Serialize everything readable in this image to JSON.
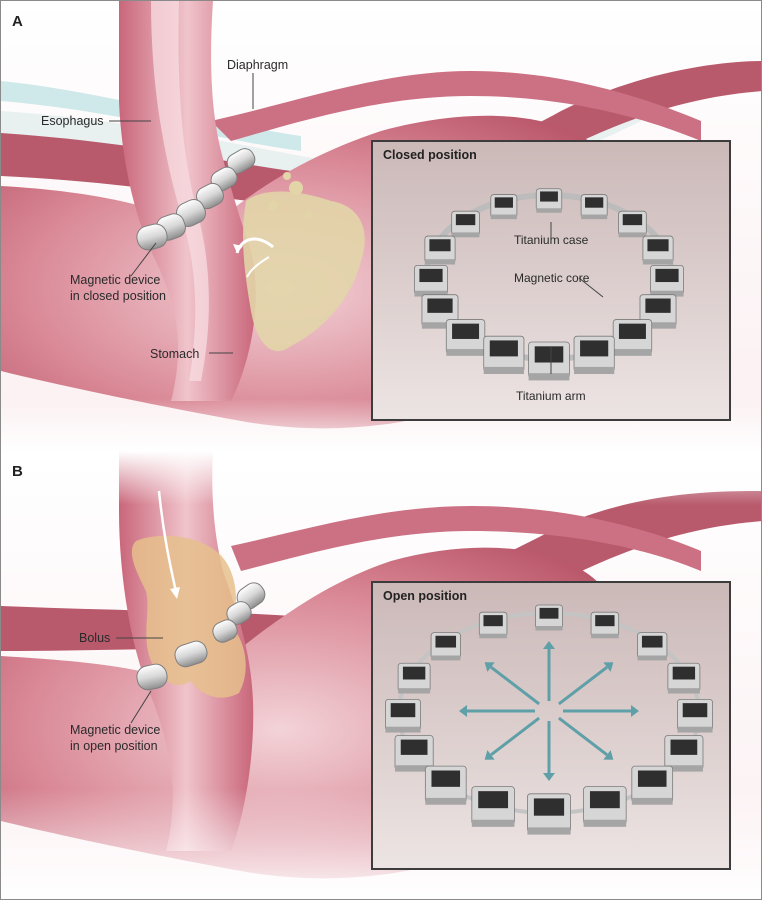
{
  "panels": [
    {
      "letter": "A",
      "labels": {
        "esophagus": "Esophagus",
        "diaphragm": "Diaphragm",
        "device_line1": "Magnetic device",
        "device_line2": "in closed position",
        "stomach": "Stomach"
      },
      "inset": {
        "title": "Closed position",
        "labels": {
          "case": "Titanium case",
          "core": "Magnetic core",
          "arm": "Titanium arm"
        }
      }
    },
    {
      "letter": "B",
      "labels": {
        "bolus": "Bolus",
        "device_line1": "Magnetic device",
        "device_line2": "in open position"
      },
      "inset": {
        "title": "Open position"
      }
    }
  ],
  "colors": {
    "tissue_outer": "#c9667a",
    "tissue_inner": "#e3a7b0",
    "diaphragm": "#b85a6c",
    "fluid": "#cfe9ea",
    "bolus": "#e6c08c",
    "reflux": "#e2d5a8",
    "arrow": "#5f9fa7"
  },
  "icons": [
    "bead-icon",
    "reflux-arrow-icon",
    "bolus-arrow-icon",
    "outward-arrow-icon"
  ]
}
